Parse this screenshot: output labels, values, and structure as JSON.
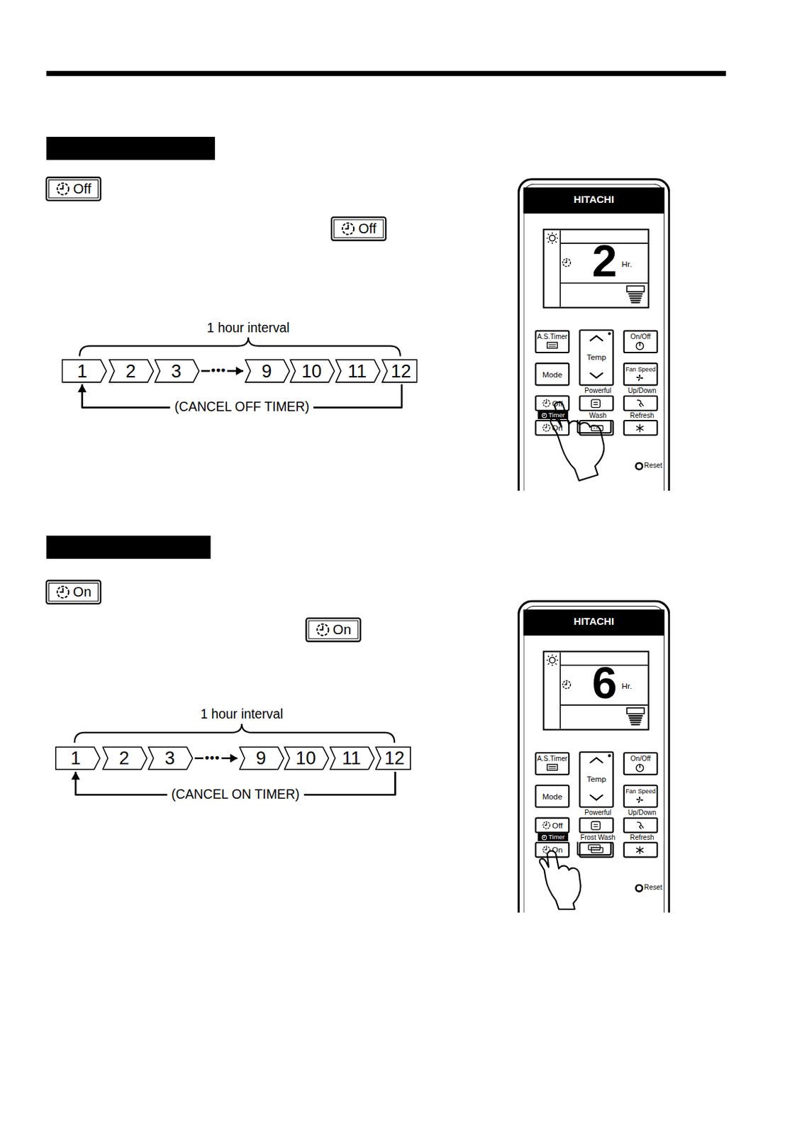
{
  "diagram": {
    "nodes": [
      {
        "text": [
          "Off"
        ]
      },
      {
        "text": [
          "Off"
        ]
      },
      {
        "text": [
          "1"
        ]
      },
      {
        "text": [
          "2"
        ]
      },
      {
        "text": [
          "3"
        ]
      },
      {
        "text": [
          "9"
        ]
      },
      {
        "text": [
          "10"
        ]
      },
      {
        "text": [
          "11"
        ]
      },
      {
        "text": [
          "12"
        ]
      },
      {
        "text": [
          "HITACHI"
        ]
      },
      {
        "text": [
          "2",
          "Hr."
        ],
        "in": 9
      },
      {
        "text": [
          "A.S.Timer"
        ],
        "in": 9
      },
      {
        "text": [
          "Temp"
        ],
        "in": 9
      },
      {
        "text": [
          "On/Off"
        ],
        "in": 9
      },
      {
        "text": [
          "Mode"
        ],
        "in": 9
      },
      {
        "text": [
          "Fan Speed"
        ],
        "in": 9
      },
      {
        "text": [
          "Off"
        ],
        "in": 9
      },
      {
        "text": [
          "Powerful"
        ],
        "in": 9
      },
      {
        "text": [
          "Up/Down"
        ],
        "in": 9
      },
      {
        "text": [
          "Timer"
        ],
        "in": 9
      },
      {
        "text": [
          "On"
        ],
        "in": 9
      },
      {
        "text": [
          "Wash"
        ],
        "in": 9
      },
      {
        "text": [
          "Refresh"
        ],
        "in": 9
      },
      {
        "text": [
          "On"
        ]
      },
      {
        "text": [
          "On"
        ]
      },
      {
        "text": [
          "1"
        ]
      },
      {
        "text": [
          "2"
        ]
      },
      {
        "text": [
          "3"
        ]
      },
      {
        "text": [
          "9"
        ]
      },
      {
        "text": [
          "10"
        ]
      },
      {
        "text": [
          "11"
        ]
      },
      {
        "text": [
          "12"
        ]
      },
      {
        "text": [
          "HITACHI"
        ]
      },
      {
        "text": [
          "6",
          "Hr."
        ],
        "in": 32
      },
      {
        "text": [
          "A.S.Timer"
        ],
        "in": 32
      },
      {
        "text": [
          "Temp"
        ],
        "in": 32
      },
      {
        "text": [
          "On/Off"
        ],
        "in": 32
      },
      {
        "text": [
          "Mode"
        ],
        "in": 32
      },
      {
        "text": [
          "Fan Speed"
        ],
        "in": 32
      },
      {
        "text": [
          "Off"
        ],
        "in": 32
      },
      {
        "text": [
          "Powerful"
        ],
        "in": 32
      },
      {
        "text": [
          "Up/Down"
        ],
        "in": 32
      },
      {
        "text": [
          "Timer"
        ],
        "in": 32
      },
      {
        "text": [
          "On"
        ],
        "in": 32
      },
      {
        "text": [
          "Frost Wash"
        ],
        "in": 32
      },
      {
        "text": [
          "Refresh"
        ],
        "in": 32
      }
    ],
    "edges": [
      {
        "from": 4,
        "to": 5,
        "arrow": "to",
        "label": "•••"
      },
      {
        "from": 8,
        "to": 2,
        "arrow": "to",
        "label": "(CANCEL OFF TIMER)"
      },
      {
        "from": 27,
        "to": 28,
        "arrow": "to",
        "label": "•••"
      },
      {
        "from": 31,
        "to": 25,
        "arrow": "to",
        "label": "(CANCEL ON TIMER)"
      }
    ],
    "labels": [
      "1 hour interval",
      "Reset",
      "1 hour interval",
      "Reset"
    ]
  }
}
